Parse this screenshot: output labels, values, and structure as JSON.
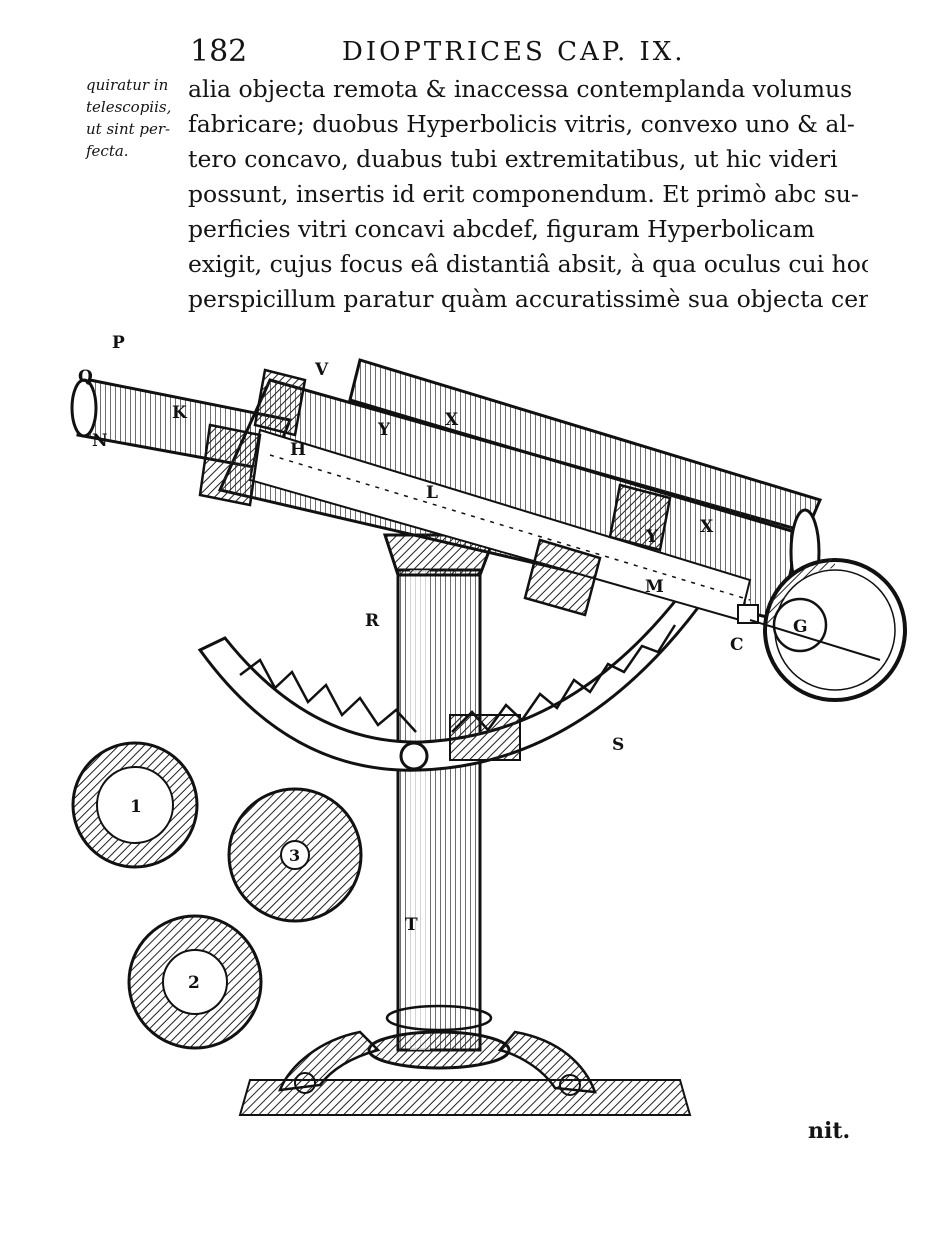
{
  "header": {
    "page_number": "182",
    "running_title": "DIOPTRICES CAP. IX."
  },
  "marginal_note": [
    "quiratur in",
    "telescopiis,",
    "ut sint per-",
    "fecta."
  ],
  "body_lines": [
    "alia objecta remota & inaccessa contemplanda volumus",
    "fabricare; duobus Hyperbolicis vitris, convexo uno & al-",
    "tero concavo, duabus tubi extremitatibus, ut hic videri",
    "possunt, insertis id erit componendum. Et primò abc su-",
    "perficies vitri concavi abcdef, figuram Hyperbolicam",
    "exigit, cujus focus eâ distantiâ absit, à qua oculus cui hoc",
    "perspicillum paratur quàm accuratissimè sua objecta cer-"
  ],
  "figure_labels": {
    "P": "P",
    "Q": "Q",
    "N": "N",
    "K": "K",
    "V": "V",
    "H": "H",
    "Y": "Y",
    "X": "X",
    "L": "L",
    "M": "M",
    "C": "C",
    "G": "G",
    "R": "R",
    "S": "S",
    "T": "T",
    "disk1": "1",
    "disk2": "2",
    "disk3": "3"
  },
  "catchword": "nit."
}
